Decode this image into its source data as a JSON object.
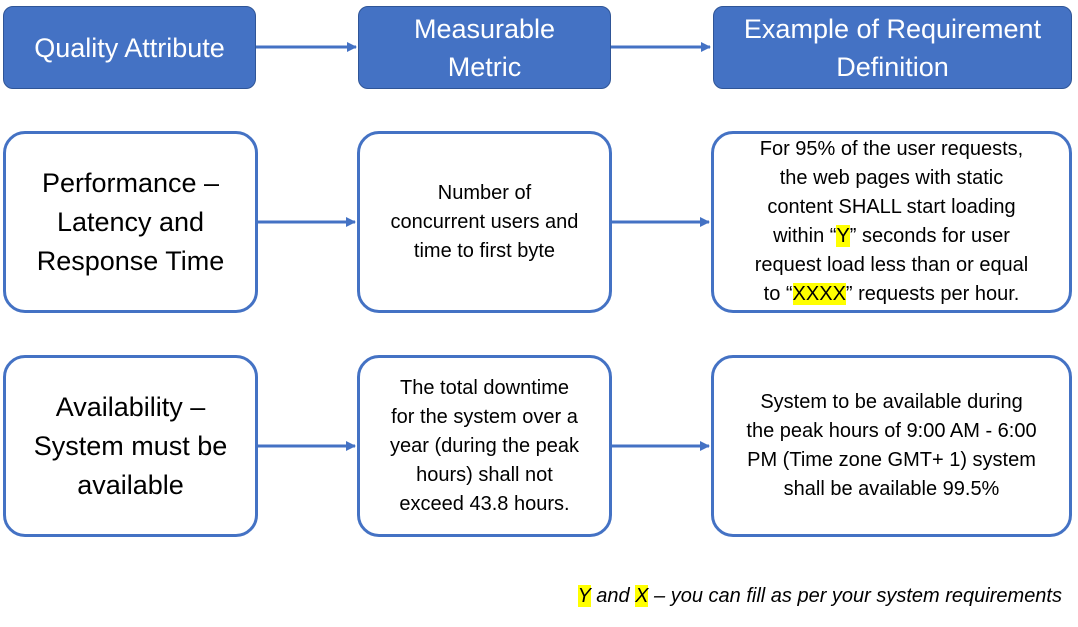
{
  "headers": {
    "quality_attribute": "Quality Attribute",
    "metric_line1": "Measurable",
    "metric_line2": "Metric",
    "definition_line1": "Example of Requirement",
    "definition_line2": "Definition"
  },
  "rows": [
    {
      "attribute_lines": [
        "Performance –",
        "Latency and",
        "Response Time"
      ],
      "metric_lines": [
        "Number of",
        "concurrent users and",
        "time to first byte"
      ],
      "definition": {
        "line1": "For 95% of the user requests,",
        "line2": "the web pages with static",
        "line3": "content SHALL start loading",
        "line4_pre": "within “",
        "line4_hl": "Y",
        "line4_post": "” seconds for user",
        "line5": "request load less than or equal",
        "line6_pre": "to “",
        "line6_hl": "XXXX",
        "line6_post": "” requests per hour."
      }
    },
    {
      "attribute_lines": [
        "Availability –",
        "System must be",
        "available"
      ],
      "metric_lines": [
        "The total downtime",
        "for the system over a",
        "year (during the peak",
        "hours) shall not",
        "exceed 43.8 hours."
      ],
      "definition_lines": [
        "System to be available during",
        "the peak hours of 9:00 AM - 6:00",
        "PM (Time zone GMT+ 1) system",
        "shall be available 99.5%"
      ]
    }
  ],
  "footnote": {
    "y": "Y",
    "and": " and ",
    "x": "X",
    "rest": " – you can fill as per your system requirements"
  },
  "colors": {
    "header_fill": "#4472C4",
    "border": "#4472C4",
    "highlight": "#FFFF00"
  }
}
